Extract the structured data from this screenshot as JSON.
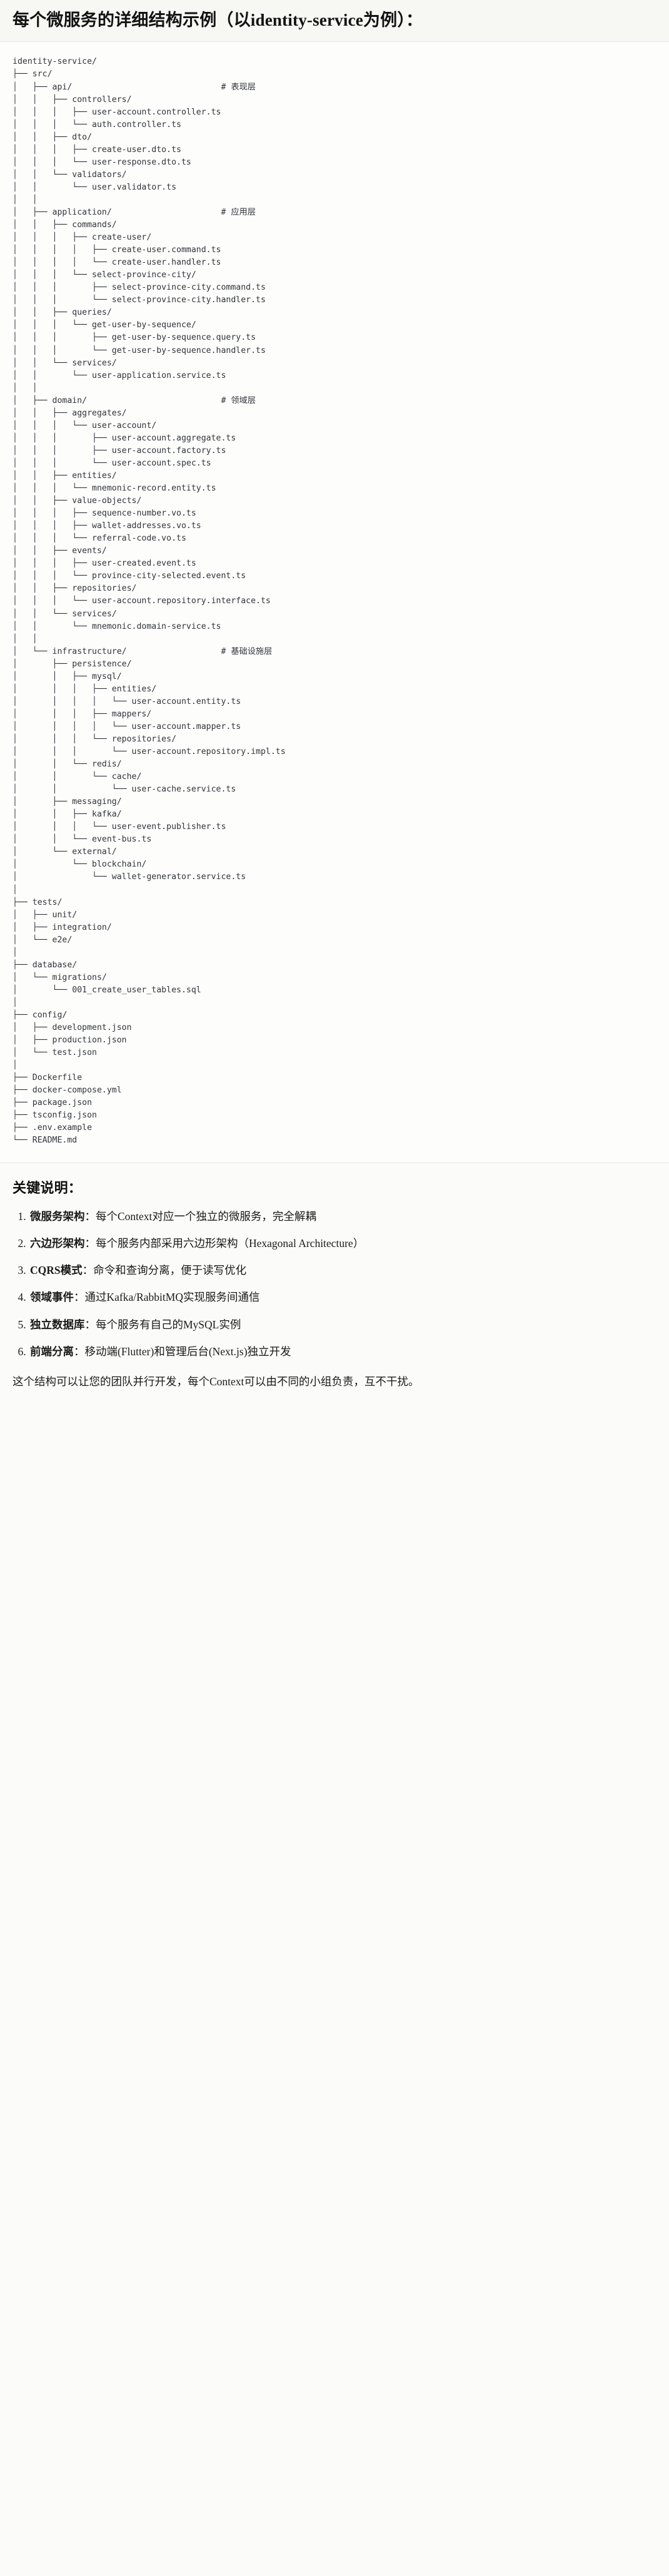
{
  "heading": {
    "title": "每个微服务的详细结构示例（以identity-service为例）："
  },
  "tree": {
    "root": "identity-service/",
    "comments": {
      "api": "# 表现层",
      "application": "# 应用层",
      "domain": "# 领域层",
      "infrastructure": "# 基础设施层"
    },
    "text": "identity-service/\n├── src/\n│   ├── api/                              # 表现层\n│   │   ├── controllers/\n│   │   │   ├── user-account.controller.ts\n│   │   │   └── auth.controller.ts\n│   │   ├── dto/\n│   │   │   ├── create-user.dto.ts\n│   │   │   └── user-response.dto.ts\n│   │   └── validators/\n│   │       └── user.validator.ts\n│   │\n│   ├── application/                      # 应用层\n│   │   ├── commands/\n│   │   │   ├── create-user/\n│   │   │   │   ├── create-user.command.ts\n│   │   │   │   └── create-user.handler.ts\n│   │   │   └── select-province-city/\n│   │   │       ├── select-province-city.command.ts\n│   │   │       └── select-province-city.handler.ts\n│   │   ├── queries/\n│   │   │   └── get-user-by-sequence/\n│   │   │       ├── get-user-by-sequence.query.ts\n│   │   │       └── get-user-by-sequence.handler.ts\n│   │   └── services/\n│   │       └── user-application.service.ts\n│   │\n│   ├── domain/                           # 领域层\n│   │   ├── aggregates/\n│   │   │   └── user-account/\n│   │   │       ├── user-account.aggregate.ts\n│   │   │       ├── user-account.factory.ts\n│   │   │       └── user-account.spec.ts\n│   │   ├── entities/\n│   │   │   └── mnemonic-record.entity.ts\n│   │   ├── value-objects/\n│   │   │   ├── sequence-number.vo.ts\n│   │   │   ├── wallet-addresses.vo.ts\n│   │   │   └── referral-code.vo.ts\n│   │   ├── events/\n│   │   │   ├── user-created.event.ts\n│   │   │   └── province-city-selected.event.ts\n│   │   ├── repositories/\n│   │   │   └── user-account.repository.interface.ts\n│   │   └── services/\n│   │       └── mnemonic.domain-service.ts\n│   │\n│   └── infrastructure/                   # 基础设施层\n│       ├── persistence/\n│       │   ├── mysql/\n│       │   │   ├── entities/\n│       │   │   │   └── user-account.entity.ts\n│       │   │   ├── mappers/\n│       │   │   │   └── user-account.mapper.ts\n│       │   │   └── repositories/\n│       │   │       └── user-account.repository.impl.ts\n│       │   └── redis/\n│       │       └── cache/\n│       │           └── user-cache.service.ts\n│       ├── messaging/\n│       │   ├── kafka/\n│       │   │   └── user-event.publisher.ts\n│       │   └── event-bus.ts\n│       └── external/\n│           └── blockchain/\n│               └── wallet-generator.service.ts\n│\n├── tests/\n│   ├── unit/\n│   ├── integration/\n│   └── e2e/\n│\n├── database/\n│   └── migrations/\n│       └── 001_create_user_tables.sql\n│\n├── config/\n│   ├── development.json\n│   ├── production.json\n│   └── test.json\n│\n├── Dockerfile\n├── docker-compose.yml\n├── package.json\n├── tsconfig.json\n├── .env.example\n└── README.md"
  },
  "notes": {
    "title": "关键说明：",
    "items": [
      {
        "term": "微服务架构",
        "sep": "：",
        "desc": "每个Context对应一个独立的微服务，完全解耦"
      },
      {
        "term": "六边形架构",
        "sep": "：",
        "desc": "每个服务内部采用六边形架构（Hexagonal Architecture）"
      },
      {
        "term": "CQRS模式",
        "sep": "：",
        "desc": "命令和查询分离，便于读写优化"
      },
      {
        "term": "领域事件",
        "sep": "：",
        "desc": "通过Kafka/RabbitMQ实现服务间通信"
      },
      {
        "term": "独立数据库",
        "sep": "：",
        "desc": "每个服务有自己的MySQL实例"
      },
      {
        "term": "前端分离",
        "sep": "：",
        "desc": "移动端(Flutter)和管理后台(Next.js)独立开发"
      }
    ],
    "closing": "这个结构可以让您的团队并行开发，每个Context可以由不同的小组负责，互不干扰。"
  }
}
